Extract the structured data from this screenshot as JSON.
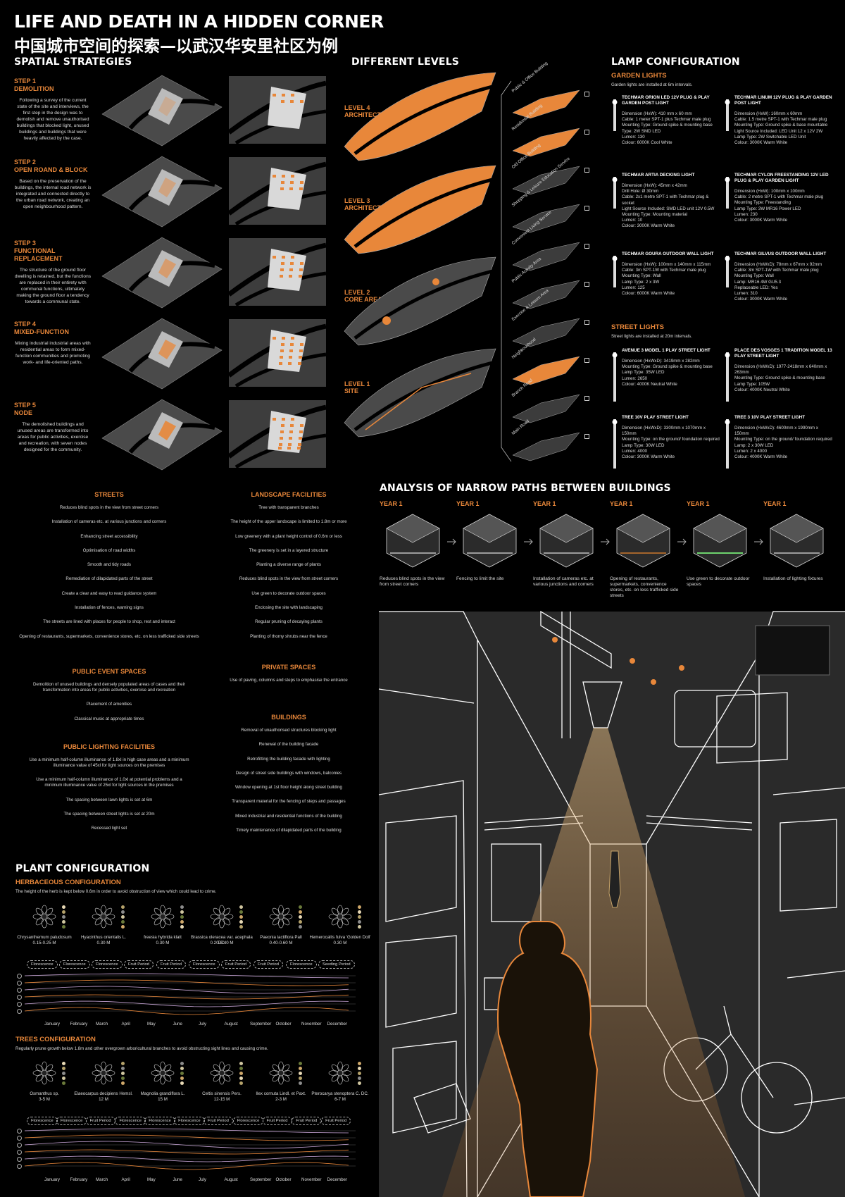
{
  "header": {
    "title": "LIFE AND DEATH IN A HIDDEN CORNER",
    "subtitle": "中国城市空间的探索—以武汉华安里社区为例"
  },
  "spatial": {
    "heading": "SPATIAL STRATEGIES",
    "steps": [
      {
        "label": "STEP 1",
        "name": "DEMOLITION",
        "text": "Following a survey of the current state of the site and interviews, the first step in the design was to demolish and remove unauthorised buildings that blocked light, unused buildings and buildings that were heavily affected by the case."
      },
      {
        "label": "STEP 2",
        "name": "OPEN ROAND & BLOCK",
        "text": "Based on the preservation of the buildings, the internal road network is integrated and connected directly to the urban road network, creating an open neighbourhood pattern."
      },
      {
        "label": "STEP 3",
        "name": "FUNCTIONAL REPLACEMENT",
        "text": "The structure of the ground floor dwelling is retained, but the functions are replaced in their entirety with communal functions, ultimately making the ground floor a tendency towards a communal state."
      },
      {
        "label": "STEP 4",
        "name": "MIXED-FUNCTION",
        "text": "Mixing industrial industrial areas with residential areas to form mixed-function communities and promoting work- and life-oriented paths."
      },
      {
        "label": "STEP 5",
        "name": "NODE",
        "text": "The demolished buildings and unused areas are transformed into areas for public activities, exercise and recreation, with seven nodes designed for the community."
      }
    ]
  },
  "levels": {
    "heading": "DIFFERENT LEVELS",
    "items": [
      {
        "num": "LEVEL 4",
        "name": "ARCHITECTURE"
      },
      {
        "num": "LEVEL 3",
        "name": "ARCHITECTURE"
      },
      {
        "num": "LEVEL 2",
        "name": "CORE AREA"
      },
      {
        "num": "LEVEL 1",
        "name": "SITE"
      }
    ],
    "layers": [
      "Public & Office Building",
      "Residential Building",
      "Old Office Building",
      "Shopping & Leisure Education Service",
      "Convenient Living Service",
      "Public Activity Area",
      "Exercise & Leisure Area",
      "Neighbourhood",
      "Branch Road",
      "Main Road"
    ]
  },
  "lamps": {
    "heading": "LAMP CONFIGURATION",
    "garden_heading": "GARDEN LIGHTS",
    "garden_note": "Garden lights are installed at 6m intervals.",
    "street_heading": "STREET LIGHTS",
    "street_note": "Street lights are installed at 20m intervals.",
    "items": [
      {
        "name": "TECHMAR ORION LED 12V PLUG & PLAY GARDEN POST LIGHT",
        "specs": [
          "Dimension (HxW): 410 mm x 60 mm",
          "Cable: 1 meter SPT-1 plus Techmar male plug",
          "Mounting Type: Ground spike & mounting base",
          "Type: 2W SMD LED",
          "Lumen: 130",
          "Colour: 6000K Cool White"
        ]
      },
      {
        "name": "TECHMAR LINUM 12V PLUG & PLAY GARDEN POST LIGHT",
        "specs": [
          "Dimension (HxW): 160mm x 60mm",
          "Cable: 1.5 metre SPT-1 with Techmar male plug",
          "Mounting Type: Ground spike & base mountable",
          "Light Source Included: LED Unit 12 x 12V 2W",
          "Lamp Type: 2W Switchable LED Unit",
          "Colour: 3000K Warm White"
        ]
      },
      {
        "name": "TECHMAR ARTIA DECKING LIGHT",
        "specs": [
          "Dimension (HxW): 45mm x 42mm",
          "Drill Hole: Ø 30mm",
          "Cable: 2x1 metre SPT-1 with Techmar plug & socket",
          "Light Source Included: SMD LED unit 12V 0.5W",
          "Mounting Type: Mounting material",
          "Lumen: 10",
          "Colour: 3000K Warm White"
        ]
      },
      {
        "name": "TECHMAR CYLON FREESTANDING 12V LED PLUG & PLAY GARDEN LIGHT",
        "specs": [
          "Dimension (HxW): 100mm x 100mm",
          "Cable: 2 metre SPT-1 with Techmar male plug",
          "Mounting Type: Freestanding",
          "Lamp Type: 3W MR16 Power LED",
          "Lumen: 230",
          "Colour: 3000K Warm White"
        ]
      },
      {
        "name": "TECHMAR GOURA OUTDOOR WALL LIGHT",
        "specs": [
          "Dimension (HxW): 100mm x 140mm x 115mm",
          "Cable: 3m SPT-1W with Techmar male plug",
          "Mounting Type: Wall",
          "Lamp Type: 2 x 3W",
          "Lumen: 125",
          "Colour: 6000K Warm White"
        ]
      },
      {
        "name": "TECHMAR GILVUS OUTDOOR WALL LIGHT",
        "specs": [
          "Dimension (HxWxD): 78mm x 67mm x 92mm",
          "Cable: 3m SPT-1W with Techmar male plug",
          "Mounting Type: Wall",
          "Lamp: MR16 4W GU5.3",
          "Replaceable LED: Yes",
          "Lumen: 310",
          "Colour: 3000K Warm White"
        ]
      },
      {
        "name": "AVENUE 3 MODEL 1 PLAY STREET LIGHT",
        "specs": [
          "Dimension (HxWxD): 3419mm x 282mm",
          "Mounting Type: Ground spike & mounting base",
          "Lamp Type: 35W LED",
          "Lumen: 2650",
          "Colour: 4000K Neutral White"
        ]
      },
      {
        "name": "PLACE DES VOSGES 1 TRADITION MODEL 13 PLAY STREET LIGHT",
        "specs": [
          "Dimension (HxWxD): 1977-2418mm x 640mm x 263mm",
          "Mounting Type: Ground spike & mounting base",
          "Lamp Type: 105W",
          "Colour: 4000K Neutral White"
        ]
      },
      {
        "name": "TREE 10V PLAY STREET LIGHT",
        "specs": [
          "Dimension (HxWxD): 3300mm x 1070mm x 150mm",
          "Mounting Type: on the ground/ foundation required",
          "Lamp Type: 30W LED",
          "Lumen: 4000",
          "Colour: 3000K Warm White"
        ]
      },
      {
        "name": "TREE 3 10V PLAY STREET LIGHT",
        "specs": [
          "Dimension (HxWxD): 4600mm x 1990mm x 150mm",
          "Mounting Type: on the ground/ foundation required",
          "Lamp: 2 x 30W LED",
          "Lumen: 2 x 4000",
          "Colour: 4000K Warm White"
        ]
      }
    ]
  },
  "categories": {
    "streets": {
      "title": "STREETS",
      "items": [
        "Reduces blind spots in the view from street corners",
        "Installation of cameras etc. at various junctions and corners",
        "Enhancing street accessibility",
        "Optimisation of road widths",
        "Smooth and tidy roads",
        "Remediation of dilapidated parts of the street",
        "Create a clear and easy to read guidance system",
        "Installation of fences, warning signs",
        "The streets are lined with places for people to shop, rest and interact",
        "Opening of restaurants, supermarkets, convenience stores, etc. on less trafficked side streets"
      ]
    },
    "landscape": {
      "title": "LANDSCAPE FACILITIES",
      "items": [
        "Tree with transparent branches",
        "The height of the upper landscape is limited to 1.8m or more",
        "Low greenery with a plant height control of 0.6m or less",
        "The greenery is set in a layered structure",
        "Planting a diverse range of plants",
        "Reduces blind spots in the view from street corners",
        "Use green to decorate outdoor spaces",
        "Enclosing the site with landscaping",
        "Regular pruning of decaying plants",
        "Planting of thorny shrubs near the fence"
      ]
    },
    "public_event": {
      "title": "PUBLIC EVENT SPACES",
      "items": [
        "Demolition of unused buildings and densely populated areas of cases and their transformation into areas for public activities, exercise and recreation",
        "Placement of amenities",
        "Classical music at appropriate times"
      ]
    },
    "private": {
      "title": "PRIVATE SPACES",
      "items": [
        "Use of paving, columns and steps to emphasise the entrance"
      ]
    },
    "lighting": {
      "title": "PUBLIC LIGHTING FACILITIES",
      "items": [
        "Use a minimum half-column illuminance of 1.8xl in high case areas and a minimum illuminance value of 45xl for light sources on the premises",
        "Use a minimum half-column illuminance of 1.0xl at potential problems and a minimum illuminance value of 25xl for light sources in the premises",
        "The spacing between lawn lights is set at 6m",
        "The spacing between street lights is set at 20m",
        "Recessed light set"
      ]
    },
    "buildings": {
      "title": "BUILDINGS",
      "items": [
        "Removal of unauthorised structures blocking light",
        "Renewal of the building facade",
        "Retrofitting the building facade with lighting",
        "Design of street side buildings with windows, balconies",
        "Window opening at 1st floor height along street building",
        "Transparent material for the fencing of steps and passages",
        "Mixed industrial and residential functions of the building",
        "Timely maintenance of dilapidated parts of the building"
      ]
    }
  },
  "paths": {
    "heading": "ANALYSIS OF NARROW PATHS BETWEEN BUILDINGS",
    "items": [
      {
        "year": "YEAR 1",
        "caption": "Reduces blind spots in the view from street corners"
      },
      {
        "year": "YEAR 1",
        "caption": "Fencing to limit the site"
      },
      {
        "year": "YEAR 1",
        "caption": "Installation of cameras etc. at various junctions and corners"
      },
      {
        "year": "YEAR 1",
        "caption": "Opening of restaurants, supermarkets, convenience stores, etc. on less trafficked side streets"
      },
      {
        "year": "YEAR 1",
        "caption": "Use green to decorate outdoor spaces"
      },
      {
        "year": "YEAR 1",
        "caption": "Installation of lighting fixtures"
      }
    ]
  },
  "plants": {
    "heading": "PLANT CONFIGURATION",
    "herb_heading": "HERBACEOUS CONFIGURATION",
    "herb_note": "The height of the herb is kept below 0.6m in order to avoid obstruction of view which could lead to crime.",
    "herbs": [
      {
        "name": "Chrysanthemum paludosum",
        "size": "0.15-0.25 M"
      },
      {
        "name": "Hyacinthus orientalis L.",
        "size": "0.30 M"
      },
      {
        "name": "freesia hybrida klatt",
        "size": "0.30 M"
      },
      {
        "name": "Brassica oleracea var. acephala DC.",
        "size": "0.20-0.40 M"
      },
      {
        "name": "Paeonia lactiflora Pall",
        "size": "0.40-0.60 M"
      },
      {
        "name": "Hemerocallis fulva 'Golden Doll'",
        "size": "0.30 M"
      }
    ],
    "herb_periods": [
      "Florescence",
      "Florescence",
      "Florescence",
      "Fruit Period",
      "Fruit Period",
      "Florescence",
      "Fruit Period",
      "Fruit Period",
      "Florescence",
      "Seeding Period"
    ],
    "tree_heading": "TREES CONFIGURATION",
    "tree_note": "Regularly prune growth below 1.8m and other overgrown arboricultural branches to avoid obstructing sight lines and causing crime.",
    "trees": [
      {
        "name": "Osmanthus sp.",
        "size": "3-5 M"
      },
      {
        "name": "Elaeocarpus decipiens Hemsl.",
        "size": "12 M"
      },
      {
        "name": "Magnolia grandiflora L.",
        "size": "15 M"
      },
      {
        "name": "Celtis sinensis Pers.",
        "size": "12-15 M"
      },
      {
        "name": "Ilex cornuta Lindl. et Paxt.",
        "size": "2-3 M"
      },
      {
        "name": "Pterocarya stenoptera C. DC.",
        "size": "6-7 M"
      }
    ],
    "tree_periods": [
      "Florescence",
      "Florescence",
      "Fruit Period",
      "Florescence",
      "Florescence",
      "Florescence",
      "Fruit Period",
      "Florescence",
      "Fruit Period",
      "Fruit Period",
      "Fruit Period"
    ],
    "months": [
      "January",
      "February",
      "March",
      "April",
      "May",
      "June",
      "July",
      "August",
      "September",
      "October",
      "November",
      "December"
    ]
  },
  "colors": {
    "accent": "#e8873a",
    "background": "#000000",
    "map_grey": "#4a4a4a"
  }
}
